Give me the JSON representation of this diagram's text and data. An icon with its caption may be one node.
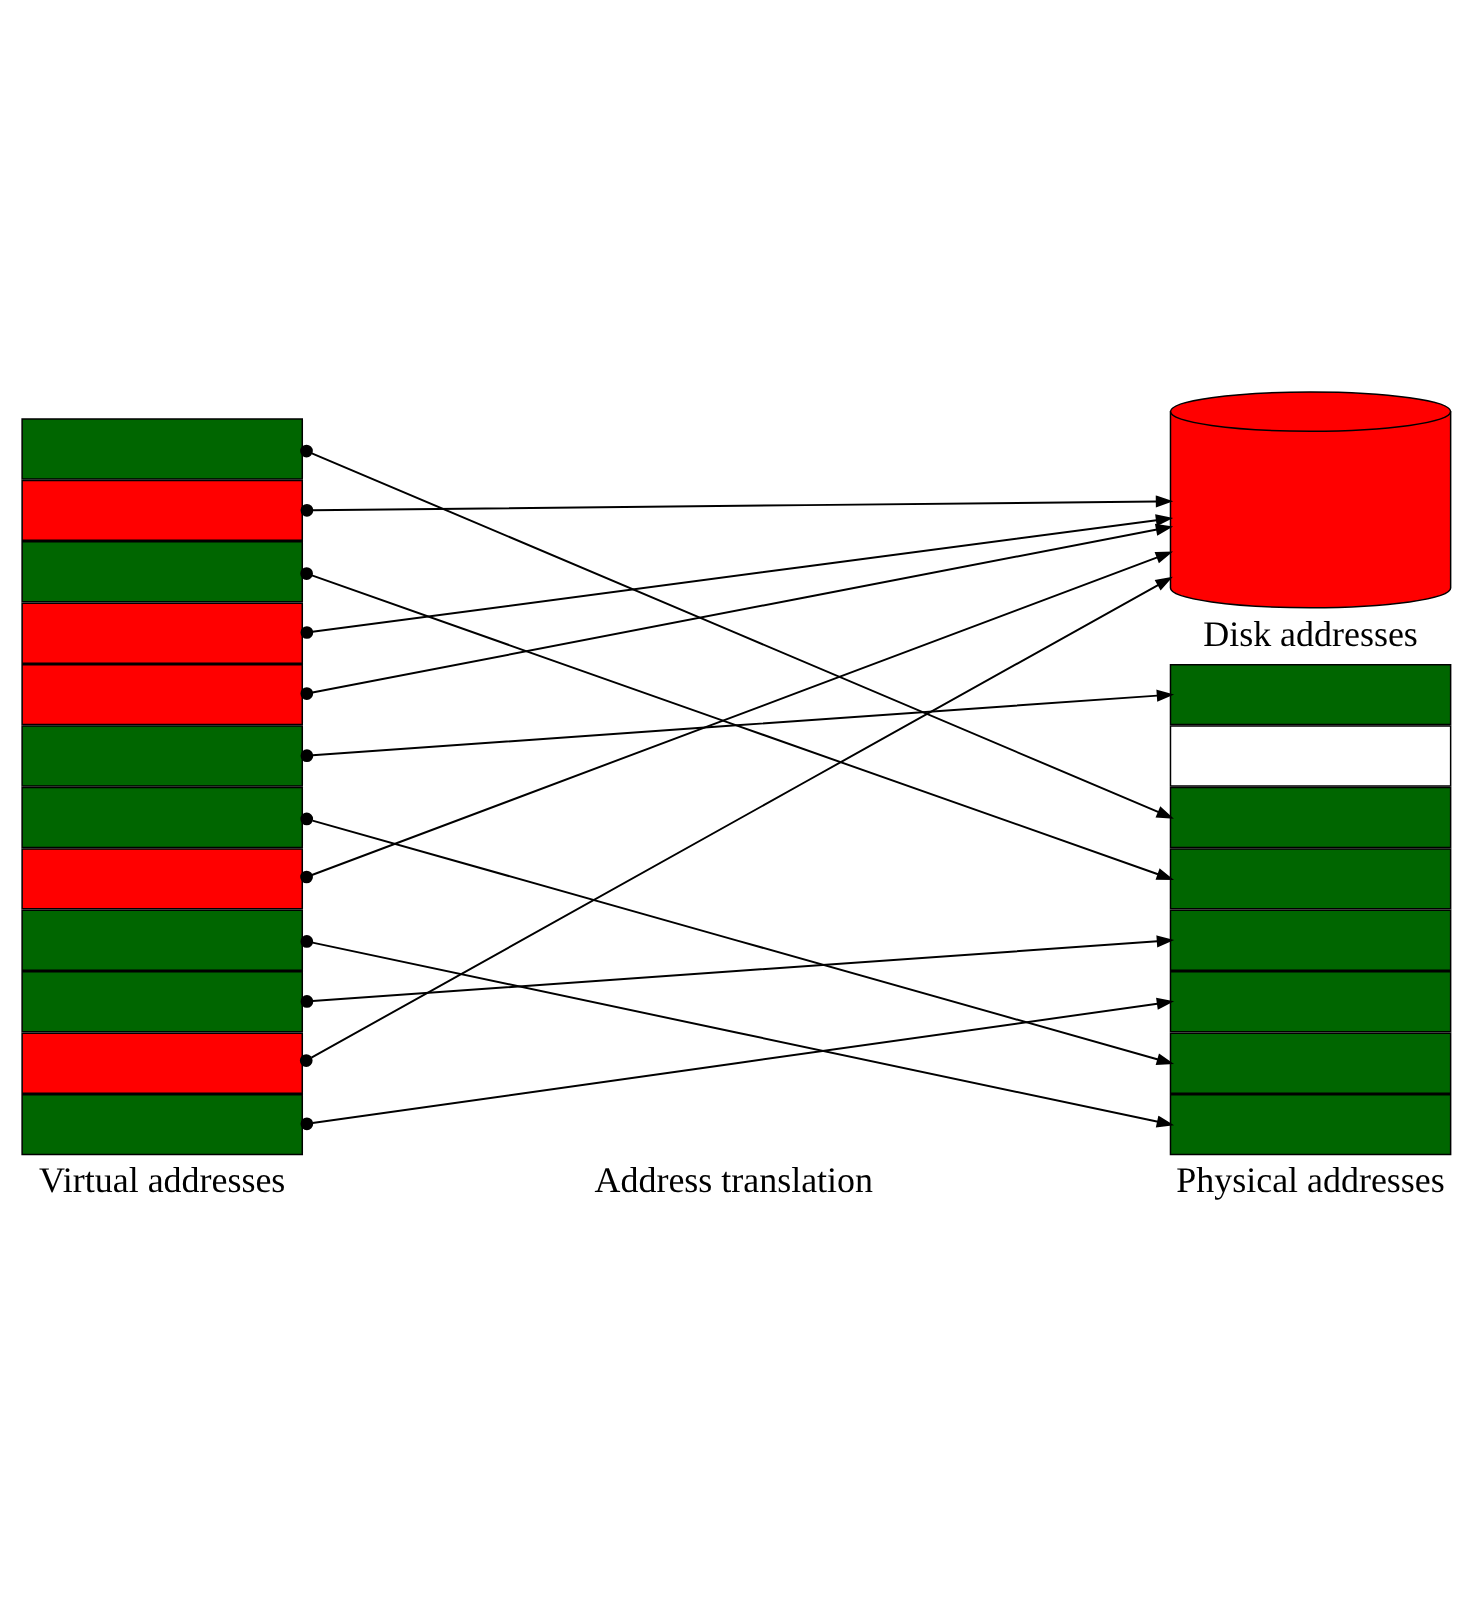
{
  "diagram": {
    "nodes": [
      {
        "text": [],
        "shape": "bar"
      },
      {
        "text": [],
        "shape": "bar"
      },
      {
        "text": [],
        "shape": "bar"
      },
      {
        "text": [],
        "shape": "bar"
      },
      {
        "text": [],
        "shape": "bar"
      },
      {
        "text": [],
        "shape": "bar"
      },
      {
        "text": [],
        "shape": "bar"
      },
      {
        "text": [],
        "shape": "bar"
      },
      {
        "text": [],
        "shape": "bar"
      },
      {
        "text": [],
        "shape": "bar"
      },
      {
        "text": [],
        "shape": "bar"
      },
      {
        "text": [],
        "shape": "bar"
      },
      {
        "text": [],
        "shape": "bar"
      },
      {
        "text": [],
        "shape": "bar"
      },
      {
        "text": [],
        "shape": "bar"
      },
      {
        "text": [],
        "shape": "bar"
      },
      {
        "text": [],
        "shape": "bar"
      },
      {
        "text": [],
        "shape": "bar"
      },
      {
        "text": [],
        "shape": "bar"
      },
      {
        "text": [],
        "shape": "bar"
      },
      {
        "text": [],
        "shape": "cylinder",
        "beside": [
          "Disk addresses"
        ]
      }
    ],
    "edges": [
      {
        "from": 0,
        "to": 14,
        "arrow": "to"
      },
      {
        "from": 1,
        "to": 20,
        "arrow": "to"
      },
      {
        "from": 2,
        "to": 15,
        "arrow": "to"
      },
      {
        "from": 3,
        "to": 12,
        "arrow": "to"
      },
      {
        "from": 4,
        "to": 20,
        "arrow": "to"
      },
      {
        "from": 5,
        "to": 13,
        "arrow": "to"
      },
      {
        "from": 6,
        "to": 19,
        "arrow": "to"
      },
      {
        "from": 7,
        "to": 20,
        "arrow": "to"
      },
      {
        "from": 8,
        "to": 20,
        "arrow": "to"
      },
      {
        "from": 9,
        "to": 16,
        "arrow": "to"
      },
      {
        "from": 10,
        "to": 20,
        "arrow": "to"
      },
      {
        "from": 11,
        "to": 17,
        "arrow": "to"
      }
    ],
    "labels": [
      "Virtual addresses",
      "Address translation",
      "Physical addresses"
    ]
  }
}
